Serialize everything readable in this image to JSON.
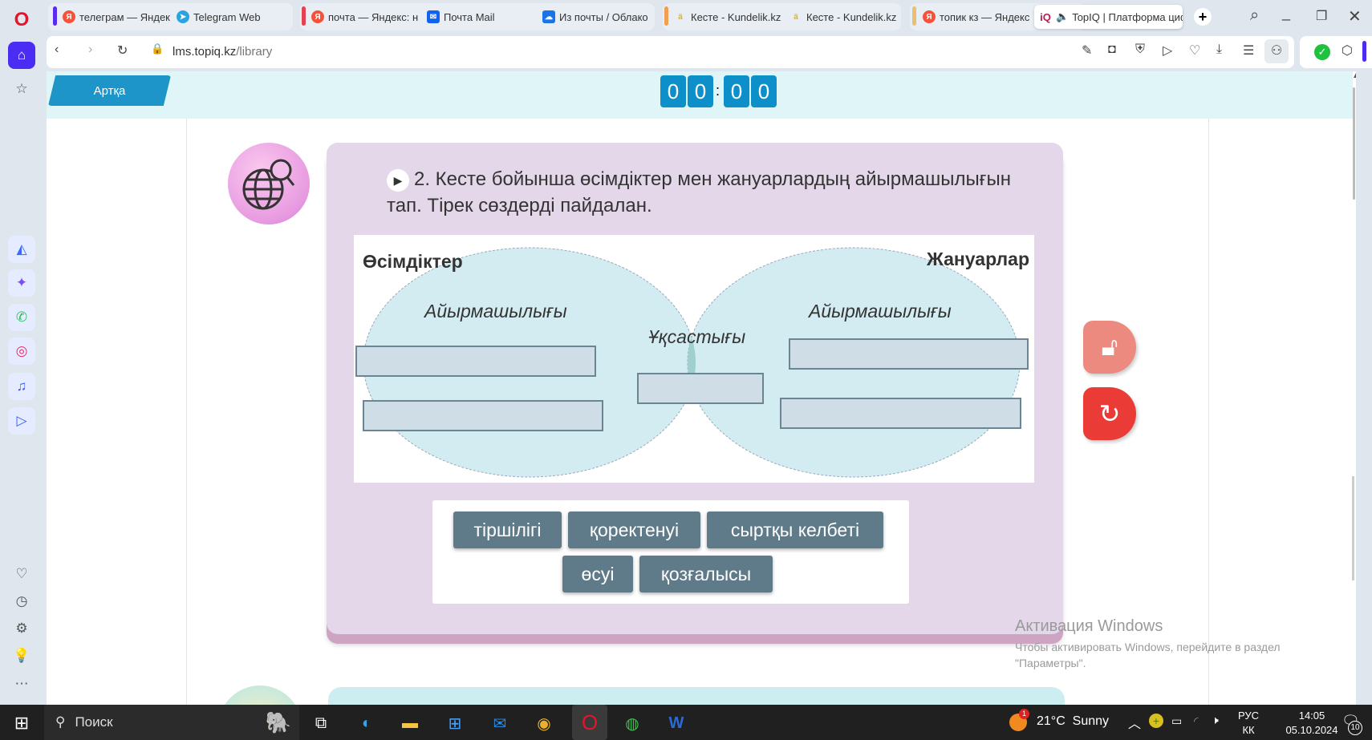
{
  "browser": {
    "tabs": [
      {
        "label": "телеграм — Яндекс",
        "icon": "yandex-icon",
        "color": "#f5523c"
      },
      {
        "label": "Telegram Web",
        "icon": "telegram-icon",
        "color": "#2aa3e0"
      },
      {
        "label": "почта — Яндекс: н",
        "icon": "yandex-icon",
        "color": "#f5523c"
      },
      {
        "label": "Почта Mail",
        "icon": "mail-icon",
        "color": "#1262f0"
      },
      {
        "label": "Из почты / Облако",
        "icon": "cloud-icon",
        "color": "#1a73e8"
      },
      {
        "label": "Кесте - Kundelik.kz",
        "icon": "kundelik-icon",
        "color": "#f0b400"
      },
      {
        "label": "Кесте - Kundelik.kz",
        "icon": "kundelik-icon",
        "color": "#f0b400"
      },
      {
        "label": "топик кз — Яндекс",
        "icon": "yandex-icon",
        "color": "#f5523c"
      },
      {
        "label": "TopIQ | Платформа цифр",
        "icon": "topiq-icon",
        "color": "#c0174d"
      }
    ],
    "url_domain": "lms.topiq.kz",
    "url_path": "/library"
  },
  "page": {
    "back_label": "Артқа",
    "timer": [
      "0",
      "0",
      ":",
      "0",
      "0"
    ],
    "question": "2. Кесте бойынша өсімдіктер мен жануарлардың айырмашылығын тап. Тірек сөздерді пайдалан.",
    "venn": {
      "left_title": "Өсімдіктер",
      "right_title": "Жануарлар",
      "left_sub": "Айырмашылығы",
      "right_sub": "Айырмашылығы",
      "center_sub": "Ұқсастығы"
    },
    "words": [
      "тіршілігі",
      "қоректенуі",
      "сыртқы келбеті",
      "өсуі",
      "қозғалысы"
    ]
  },
  "watermark": {
    "title": "Активация Windows",
    "line1": "Чтобы активировать Windows, перейдите в раздел",
    "line2": "\"Параметры\"."
  },
  "taskbar": {
    "search": "Поиск",
    "weather_temp": "21°C",
    "weather_text": "Sunny",
    "weather_badge": "1",
    "lang1": "РУС",
    "lang2": "КК",
    "time": "14:05",
    "date": "05.10.2024",
    "notif": "10"
  }
}
